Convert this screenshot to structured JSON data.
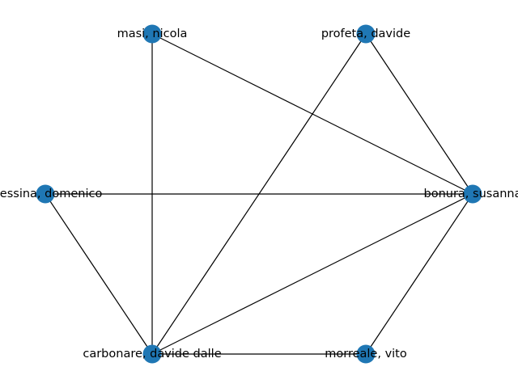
{
  "graph": {
    "node_color": "#1f77b4",
    "edge_color": "#000000",
    "nodes": [
      {
        "id": "masi",
        "label": "masi, nicola"
      },
      {
        "id": "profeta",
        "label": "profeta, davide"
      },
      {
        "id": "messina",
        "label": "messina, domenico"
      },
      {
        "id": "bonura",
        "label": "bonura, susanna"
      },
      {
        "id": "carbonare",
        "label": "carbonare, davide dalle"
      },
      {
        "id": "morreale",
        "label": "morreale, vito"
      }
    ],
    "edges": [
      [
        "masi",
        "carbonare"
      ],
      [
        "masi",
        "bonura"
      ],
      [
        "profeta",
        "carbonare"
      ],
      [
        "profeta",
        "bonura"
      ],
      [
        "messina",
        "bonura"
      ],
      [
        "messina",
        "carbonare"
      ],
      [
        "bonura",
        "carbonare"
      ],
      [
        "bonura",
        "morreale"
      ],
      [
        "carbonare",
        "morreale"
      ]
    ]
  }
}
